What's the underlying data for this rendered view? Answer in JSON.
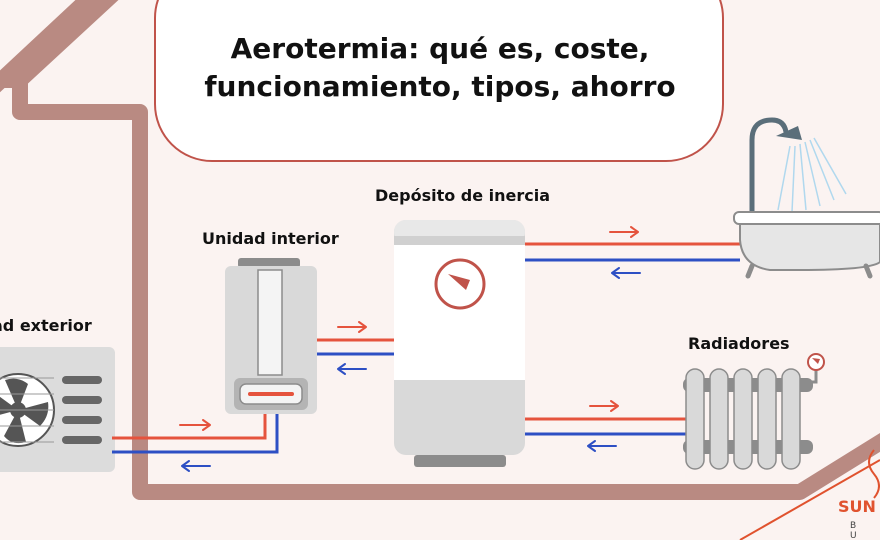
{
  "title": "Aerotermia: qué es, coste, funcionamiento, tipos, ahorro",
  "labels": {
    "outdoor_unit": "ad exterior",
    "indoor_unit": "Unidad interior",
    "buffer_tank": "Depósito de inercia",
    "radiators": "Radiadores"
  },
  "brand": {
    "name": "SUN",
    "sub": "B U"
  },
  "colors": {
    "background": "#fbf3f1",
    "house_outline": "#b98a82",
    "hot_pipe": "#e5533d",
    "cold_pipe": "#2d4fc4",
    "accent": "#c0534a",
    "appliance_gray": "#d9d9d9",
    "appliance_dark": "#8c8c8c",
    "brand": "#e0522e"
  },
  "icons": [
    "fan-icon",
    "gauge-icon",
    "shower-icon",
    "bathtub-icon",
    "radiator-icon",
    "flow-arrow-icon"
  ]
}
